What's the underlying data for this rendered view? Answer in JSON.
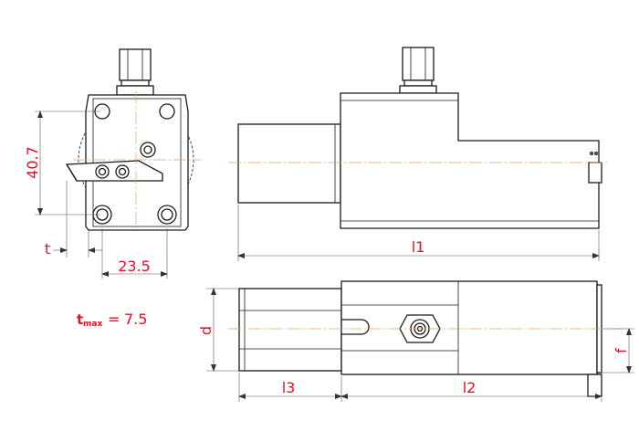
{
  "dimensions": {
    "front_height": "40.7",
    "front_width": "23.5",
    "front_t": "t",
    "l1": "l1",
    "l2": "l2",
    "l3": "l3",
    "d": "d",
    "f": "f"
  },
  "tmax": {
    "symbol": "t",
    "subscript": "max",
    "equals": "=",
    "value": "7.5"
  },
  "colors": {
    "dimension_text": "#e0102a",
    "center_line": "#e8a060",
    "outline": "#1a1a1a"
  }
}
